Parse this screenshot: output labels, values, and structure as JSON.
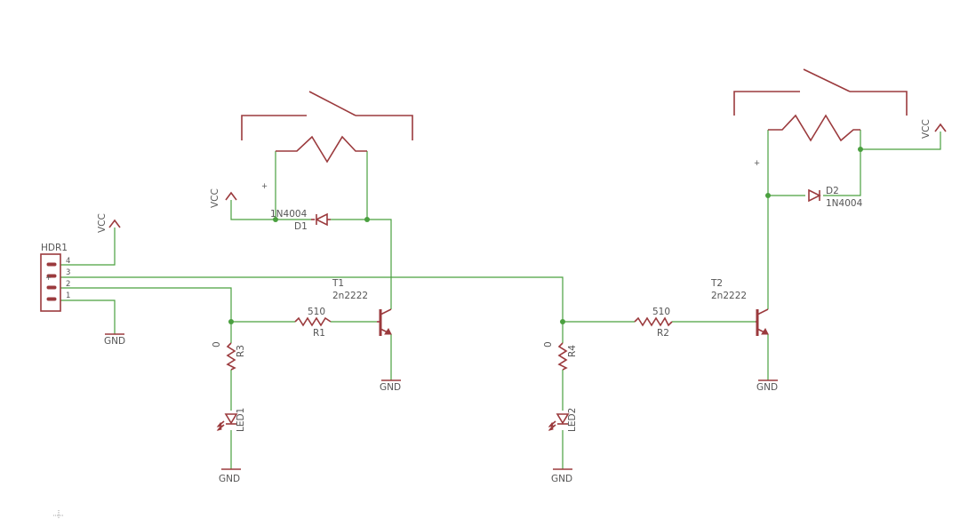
{
  "schematic": {
    "header": {
      "name": "HDR1",
      "pins": [
        "4",
        "3",
        "2",
        "1"
      ]
    },
    "supplies": {
      "vcc": "VCC",
      "gnd": "GND"
    },
    "diodes": [
      {
        "name": "D1",
        "value": "1N4004"
      },
      {
        "name": "D2",
        "value": "1N4004"
      }
    ],
    "transistors": [
      {
        "name": "T1",
        "value": "2n2222"
      },
      {
        "name": "T2",
        "value": "2n2222"
      }
    ],
    "resistors": [
      {
        "name": "R1",
        "value": "510"
      },
      {
        "name": "R2",
        "value": "510"
      },
      {
        "name": "R3",
        "value": "0"
      },
      {
        "name": "R4",
        "value": "0"
      }
    ],
    "leds": [
      {
        "name": "LED1"
      },
      {
        "name": "LED2"
      }
    ],
    "relays": [
      {
        "coil_polarity": "+"
      },
      {
        "coil_polarity": "+"
      }
    ],
    "colors": {
      "wire": "#4aa03f",
      "symbol": "#9b3a3d",
      "text": "#555555"
    }
  }
}
